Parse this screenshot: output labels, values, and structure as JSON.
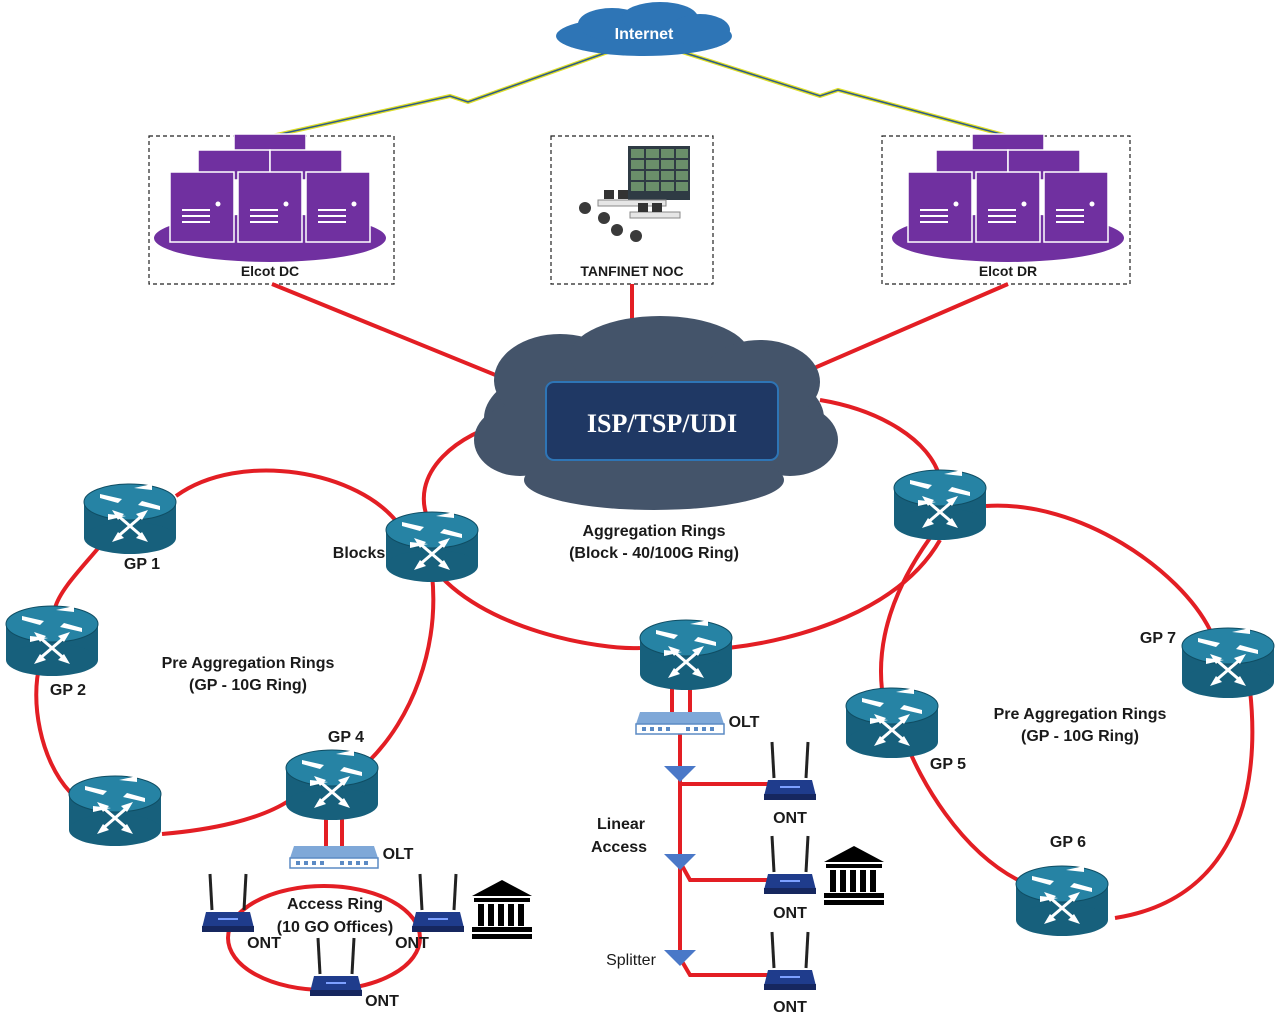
{
  "internet": {
    "label": "Internet"
  },
  "sites": {
    "dc": {
      "label": "Elcot DC"
    },
    "noc": {
      "label": "TANFINET NOC"
    },
    "dr": {
      "label": "Elcot DR"
    }
  },
  "core": {
    "label": "ISP/TSP/UDI"
  },
  "aggregation": {
    "line1": "Aggregation Rings",
    "line2": "(Block - 40/100G Ring)"
  },
  "pre_agg_left": {
    "line1": "Pre Aggregation Rings",
    "line2": "(GP - 10G Ring)"
  },
  "pre_agg_right": {
    "line1": "Pre Aggregation Rings",
    "line2": "(GP - 10G Ring)"
  },
  "nodes": {
    "blocks": "Blocks",
    "gp1": "GP 1",
    "gp2": "GP 2",
    "gp4": "GP 4",
    "gp5": "GP 5",
    "gp6": "GP 6",
    "gp7": "GP 7"
  },
  "olt": {
    "left": "OLT",
    "center": "OLT"
  },
  "access_ring": {
    "line1": "Access Ring",
    "line2": "(10 GO Offices)"
  },
  "linear": {
    "line1": "Linear",
    "line2": "Access",
    "splitter": "Splitter"
  },
  "ont": {
    "ring_left": "ONT",
    "ring_right": "ONT",
    "ring_bottom": "ONT",
    "linear_1": "ONT",
    "linear_2": "ONT",
    "linear_3": "ONT"
  },
  "colors": {
    "link": "#e31e24",
    "router": "#1d6e8d",
    "server": "#7030a0",
    "cloud": "#2e75b6",
    "core_cloud": "#44546a"
  }
}
